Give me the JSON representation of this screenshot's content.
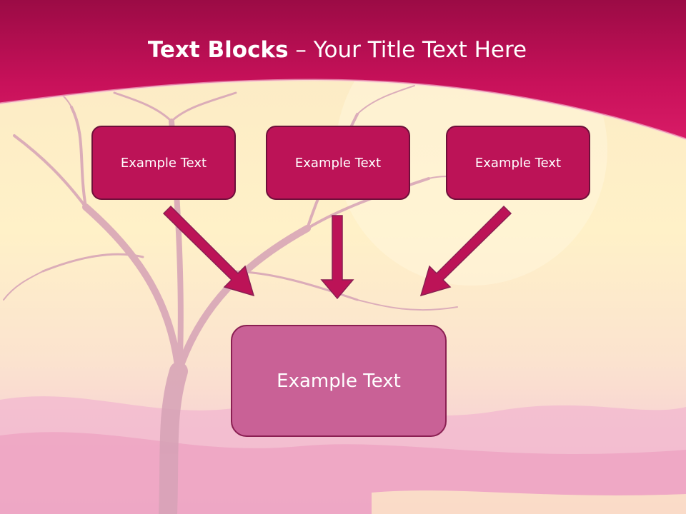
{
  "title": {
    "bold": "Text Blocks",
    "dash": " – ",
    "rest": "Your Title Text Here"
  },
  "boxes": {
    "top_left": "Example Text",
    "top_center": "Example Text",
    "top_right": "Example Text",
    "bottom": "Example Text"
  },
  "colors": {
    "header": "#c8115a",
    "box": "#bc1357",
    "box_bottom": "#c96196",
    "arrow": "#bc1357"
  }
}
